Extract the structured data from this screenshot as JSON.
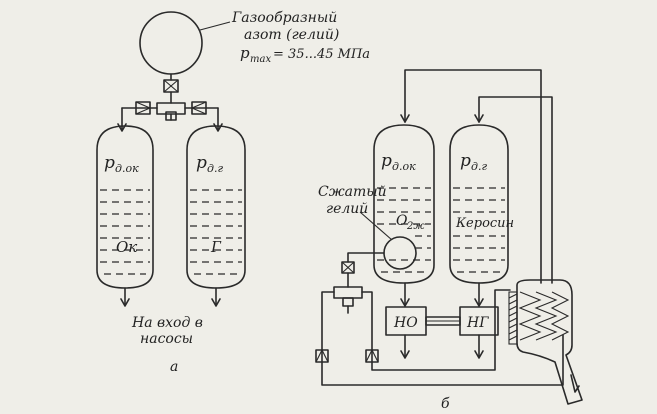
{
  "left": {
    "gas_label": [
      "Газообразный",
      "азот (гелий)",
      "p",
      "max",
      "= 35...45 МПа"
    ],
    "tank_ox_pressure": [
      "p",
      "д.ок"
    ],
    "tank_fuel_pressure": [
      "p",
      "д.г"
    ],
    "tank_ox_label": "Ок",
    "tank_fuel_label": "Г",
    "outlet_label": [
      "На вход в",
      "насосы"
    ],
    "caption": "а"
  },
  "right": {
    "compressed_gas_label": [
      "Сжатый",
      "гелий"
    ],
    "tank_ox_pressure": [
      "p",
      "д.ок"
    ],
    "tank_fuel_pressure": [
      "p",
      "д.г"
    ],
    "tank_ox_label": [
      "O",
      "2ж"
    ],
    "tank_fuel_label": "Керосин",
    "pump_ox_label": "НО",
    "pump_fuel_label": "НГ",
    "caption": "б"
  }
}
